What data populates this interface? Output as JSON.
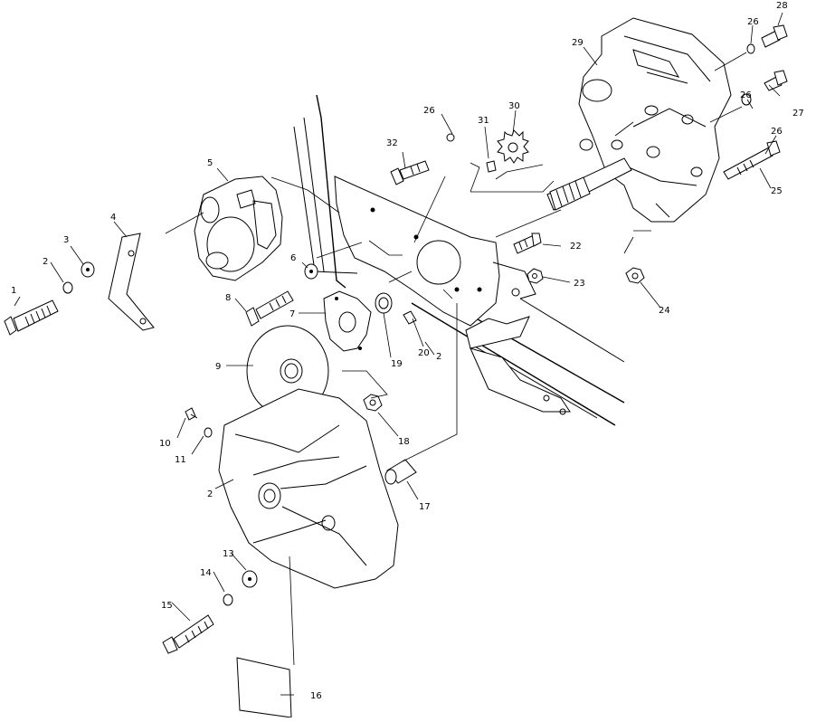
{
  "diagram": {
    "callouts": [
      {
        "id": "c1",
        "text": "1"
      },
      {
        "id": "c2a",
        "text": "2"
      },
      {
        "id": "c3",
        "text": "3"
      },
      {
        "id": "c4",
        "text": "4"
      },
      {
        "id": "c5",
        "text": "5"
      },
      {
        "id": "c6",
        "text": "6"
      },
      {
        "id": "c7",
        "text": "7"
      },
      {
        "id": "c8",
        "text": "8"
      },
      {
        "id": "c9",
        "text": "9"
      },
      {
        "id": "c10",
        "text": "10"
      },
      {
        "id": "c11",
        "text": "11"
      },
      {
        "id": "c2b",
        "text": "2"
      },
      {
        "id": "c13",
        "text": "13"
      },
      {
        "id": "c14",
        "text": "14"
      },
      {
        "id": "c15",
        "text": "15"
      },
      {
        "id": "c16",
        "text": "16"
      },
      {
        "id": "c17",
        "text": "17"
      },
      {
        "id": "c18",
        "text": "18"
      },
      {
        "id": "c19",
        "text": "19"
      },
      {
        "id": "c20",
        "text": "20"
      },
      {
        "id": "c2c",
        "text": "2"
      },
      {
        "id": "c22",
        "text": "22"
      },
      {
        "id": "c23",
        "text": "23"
      },
      {
        "id": "c24",
        "text": "24"
      },
      {
        "id": "c25",
        "text": "25"
      },
      {
        "id": "c26a",
        "text": "26"
      },
      {
        "id": "c26b",
        "text": "26"
      },
      {
        "id": "c26c",
        "text": "26"
      },
      {
        "id": "c26d",
        "text": "26"
      },
      {
        "id": "c27",
        "text": "27"
      },
      {
        "id": "c28",
        "text": "28"
      },
      {
        "id": "c29",
        "text": "29"
      },
      {
        "id": "c30",
        "text": "30"
      },
      {
        "id": "c31",
        "text": "31"
      },
      {
        "id": "c32",
        "text": "32"
      }
    ]
  }
}
